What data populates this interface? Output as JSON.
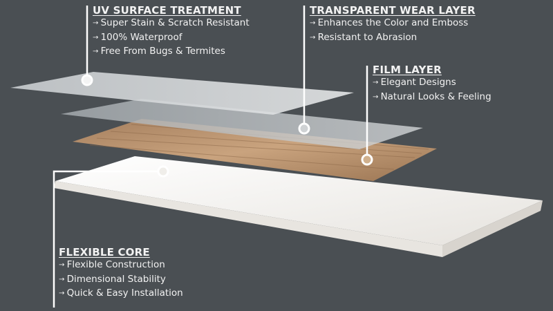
{
  "colors": {
    "background": "#4a4f53",
    "text": "#f2f2f2",
    "wood": "#b8906a",
    "core": "#f1efeb"
  },
  "callouts": [
    {
      "title": "UV SURFACE TREATMENT",
      "items": [
        "Super Stain & Scratch Resistant",
        "100% Waterproof",
        "Free From Bugs & Termites"
      ]
    },
    {
      "title": "TRANSPARENT WEAR LAYER",
      "items": [
        "Enhances the Color and Emboss",
        "Resistant to Abrasion"
      ]
    },
    {
      "title": "FILM LAYER",
      "items": [
        "Elegant Designs",
        "Natural Looks & Feeling"
      ]
    },
    {
      "title": "FLEXIBLE CORE",
      "items": [
        "Flexible Construction",
        "Dimensional Stability",
        "Quick & Easy Installation"
      ]
    }
  ]
}
